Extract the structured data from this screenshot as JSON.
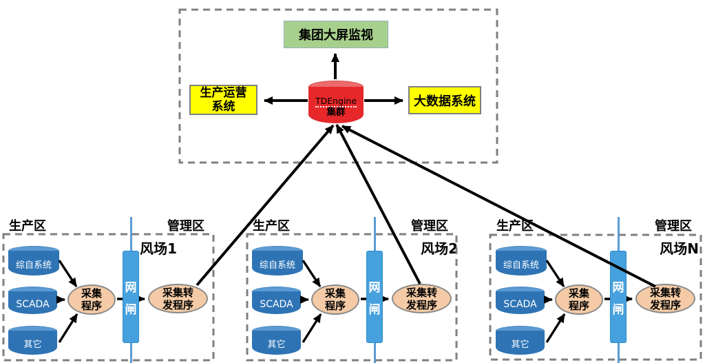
{
  "colors": {
    "dashed_border": "#7f7f7f",
    "monitor_green": "#a8d08d",
    "system_yellow": "#ffff00",
    "cluster_red": "#e7282a",
    "cluster_red_top": "#ed6b6e",
    "source_blue": "#2e74b5",
    "source_blue_top": "#5b9bd5",
    "gate_blue": "#47a1de",
    "line_blue": "#5b9bd5",
    "process_fill": "#f4cba6",
    "arrow_black": "#000000"
  },
  "top_section": {
    "monitor_label": "集团大屏监视",
    "left_system_line1": "生产运营",
    "left_system_line2": "系统",
    "right_system_label": "大数据系统",
    "cluster_name": "TDEngine",
    "cluster_sub": "集群"
  },
  "farms": [
    {
      "production_zone": "生产区",
      "management_zone": "管理区",
      "title": "风场1",
      "sources": [
        "综自系统",
        "SCADA",
        "其它"
      ],
      "collector": [
        "采集",
        "程序"
      ],
      "gate": [
        "网",
        "闸"
      ],
      "forwarder": [
        "采集转",
        "发程序"
      ]
    },
    {
      "production_zone": "生产区",
      "management_zone": "管理区",
      "title": "风场2",
      "sources": [
        "综自系统",
        "SCADA",
        "其它"
      ],
      "collector": [
        "采集",
        "程序"
      ],
      "gate": [
        "网",
        "闸"
      ],
      "forwarder": [
        "采集转",
        "发程序"
      ]
    },
    {
      "production_zone": "生产区",
      "management_zone": "管理区",
      "title": "风场N",
      "sources": [
        "综自系统",
        "SCADA",
        "其它"
      ],
      "collector": [
        "采集",
        "程序"
      ],
      "gate": [
        "网",
        "闸"
      ],
      "forwarder": [
        "采集转",
        "发程序"
      ]
    }
  ]
}
